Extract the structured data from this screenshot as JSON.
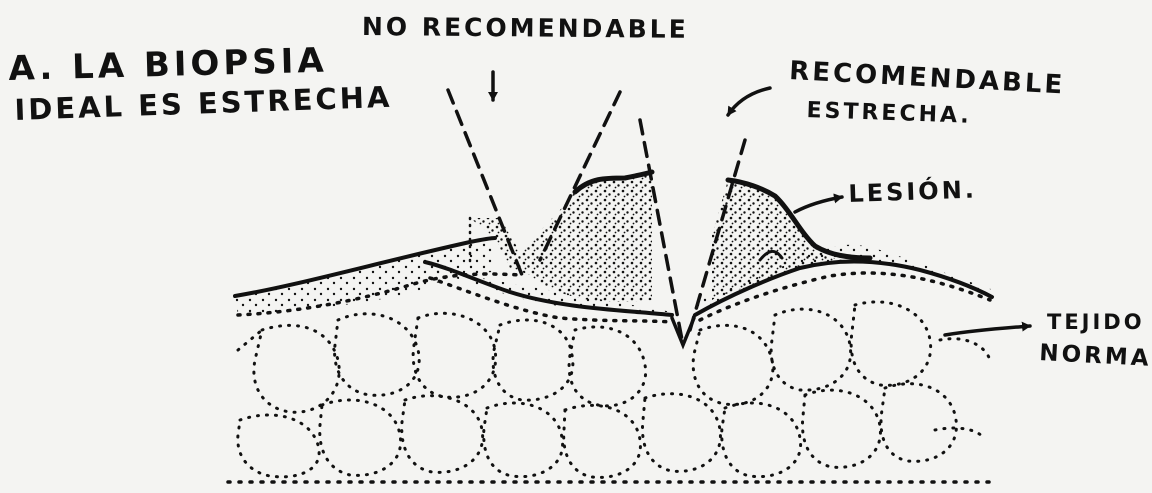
{
  "title": {
    "line1": "A. La biopsia",
    "line2": "ideal es estrecha"
  },
  "labels": {
    "not_recommendable": "No recomendable",
    "recommendable_line1": "Recomendable",
    "recommendable_line2": "estrecha.",
    "lesion": "Lesión.",
    "normal_tissue_line1": "Tejido",
    "normal_tissue_line2": "normal."
  },
  "colors": {
    "ink": "#111111",
    "paper": "#f4f4f2"
  }
}
